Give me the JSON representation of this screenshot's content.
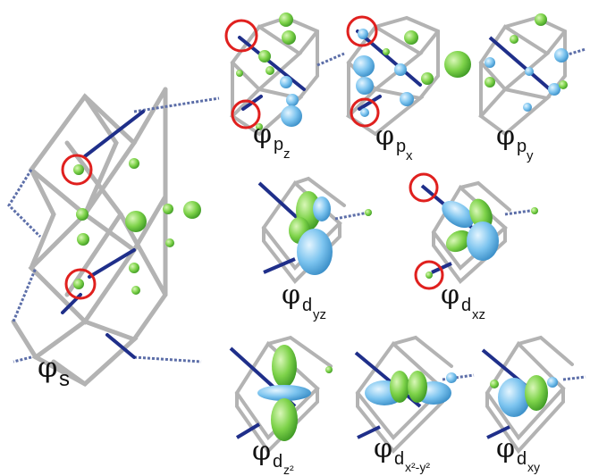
{
  "panels": [
    {
      "id": "s",
      "symbol": "φ",
      "sub": "s",
      "sup": "",
      "subsup": "",
      "orbital": "s",
      "highlights": 2
    },
    {
      "id": "pz",
      "symbol": "φ",
      "sub": "p",
      "sup": "",
      "subsup": "z",
      "orbital": "pz",
      "highlights": 2
    },
    {
      "id": "px",
      "symbol": "φ",
      "sub": "p",
      "sup": "",
      "subsup": "x",
      "orbital": "px",
      "highlights": 2
    },
    {
      "id": "py",
      "symbol": "φ",
      "sub": "p",
      "sup": "",
      "subsup": "y",
      "orbital": "py",
      "highlights": 0
    },
    {
      "id": "dyz",
      "symbol": "φ",
      "sub": "d",
      "sup": "",
      "subsup": "yz",
      "orbital": "dyz",
      "highlights": 0
    },
    {
      "id": "dxz",
      "symbol": "φ",
      "sub": "d",
      "sup": "",
      "subsup": "xz",
      "orbital": "dxz",
      "highlights": 2
    },
    {
      "id": "dz2",
      "symbol": "φ",
      "sub": "d",
      "sup": "",
      "subsup": "z²",
      "orbital": "dz2",
      "highlights": 0
    },
    {
      "id": "dx2y2",
      "symbol": "φ",
      "sub": "d",
      "sup": "",
      "subsup": "x²-y²",
      "orbital": "dx2y2",
      "highlights": 0
    },
    {
      "id": "dxy",
      "symbol": "φ",
      "sub": "d",
      "sup": "",
      "subsup": "xy",
      "orbital": "dxy",
      "highlights": 0
    }
  ],
  "colors": {
    "frame": "#b9b9b9",
    "frame_dark": "#8c8c8c",
    "bond_blue": "#1f2f8a",
    "lobe_green": "#7ed34a",
    "lobe_blue": "#7cc4ef",
    "highlight_red": "#e0201e",
    "dash": "#5c6ea8"
  }
}
